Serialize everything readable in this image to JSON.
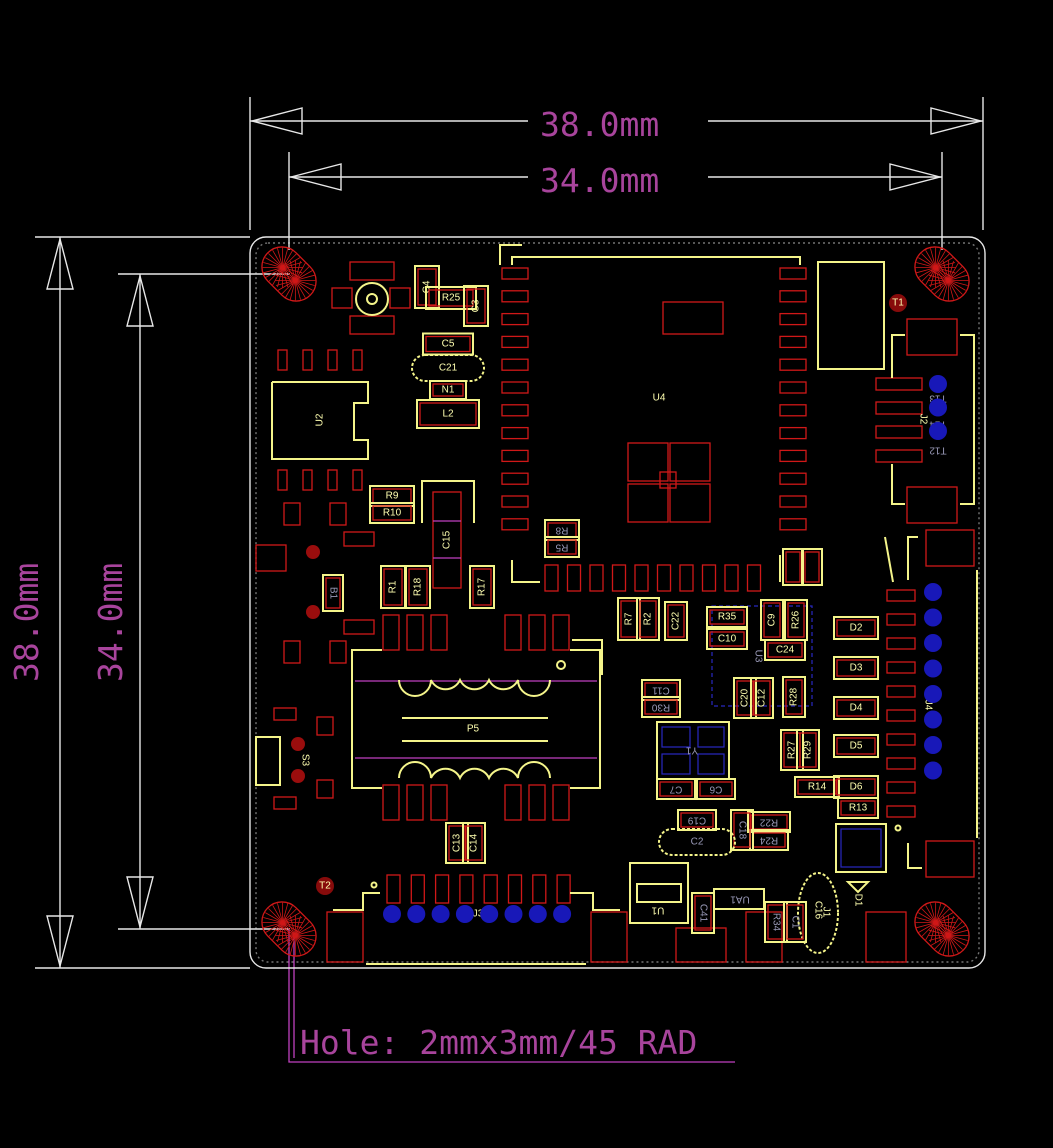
{
  "dimensions": {
    "outer_width": "38.0mm",
    "inner_width": "34.0mm",
    "outer_height": "38.0mm",
    "inner_height": "34.0mm",
    "hole_note": "Hole: 2mmx3mm/45 RAD"
  },
  "colors": {
    "background": "#000000",
    "outline": "#e8e8e8",
    "dimension_text": "#a8449c",
    "pads": "#d01818",
    "silkscreen": "#f4f48a",
    "bottom_layer": "#2828c0"
  },
  "components": {
    "U4": "U4",
    "U2": "U2",
    "C4": "C4",
    "R25": "R25",
    "C3": "C3",
    "C5": "C5",
    "C21": "C21",
    "N1": "N1",
    "L2": "L2",
    "R9": "R9",
    "R10": "R10",
    "C15": "C15",
    "R1": "R1",
    "R18": "R18",
    "R17": "R17",
    "R8": "R8",
    "R5": "R5",
    "R7": "R7",
    "R2": "R2",
    "C22": "C22",
    "R35": "R35",
    "C10": "C10",
    "C9": "C9",
    "R26": "R26",
    "C24": "C24",
    "U3": "U3",
    "C11": "C11",
    "R30": "R30",
    "C20": "C20",
    "C12": "C12",
    "R28": "R28",
    "Y1": "Y1",
    "C7": "C7",
    "C6": "C6",
    "R27": "R27",
    "R29": "R29",
    "R14": "R14",
    "D2": "D2",
    "D3": "D3",
    "D4": "D4",
    "D5": "D5",
    "D6": "D6",
    "R13": "R13",
    "C19": "C19",
    "C2": "C2",
    "C18": "C18",
    "R22": "R22",
    "R24": "R24",
    "U1": "U1",
    "C41": "C41",
    "UA1": "UA1",
    "R34": "R34",
    "C1": "C1",
    "C16": "C16",
    "J1": "J1",
    "D1": "D1",
    "P5": "P5",
    "S3": "S3",
    "C13": "C13",
    "C14": "C14",
    "J3": "J3",
    "J4": "J4",
    "J2": "J2",
    "T1": "T1",
    "T2": "T2",
    "T12": "T12",
    "T13": "T13",
    "T14": "T14",
    "B1": "B1"
  }
}
